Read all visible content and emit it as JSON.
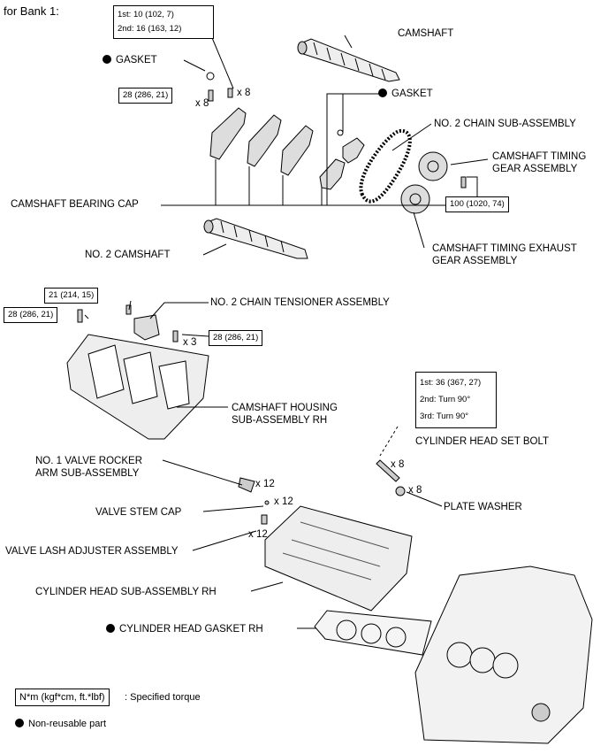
{
  "header": "for Bank 1:",
  "torque": {
    "t1": [
      "1st: 10 (102, 7)",
      "2nd: 16 (163, 12)"
    ],
    "t2": "28 (286, 21)",
    "t3": "100 (1020, 74)",
    "t4": "21 (214, 15)",
    "t5": "28 (286, 21)",
    "t6": "28 (286, 21)",
    "t7": [
      "1st: 36 (367, 27)",
      "2nd: Turn 90°",
      "3rd: Turn 90°"
    ]
  },
  "qty": {
    "q1": "x 8",
    "q2": "x 8",
    "q3": "x 3",
    "q4": "x 8",
    "q5": "x 8",
    "q6": "x 12",
    "q7": "x 12",
    "q8": "x 12"
  },
  "labels": {
    "gasket1": "GASKET",
    "camshaft": "CAMSHAFT",
    "gasket2": "GASKET",
    "chain_sub": "NO. 2 CHAIN SUB-ASSEMBLY",
    "timing_gear": [
      "CAMSHAFT TIMING",
      "GEAR ASSEMBLY"
    ],
    "bearing_cap": "CAMSHAFT BEARING CAP",
    "no2_camshaft": "NO. 2 CAMSHAFT",
    "exhaust_gear": [
      "CAMSHAFT TIMING EXHAUST",
      "GEAR ASSEMBLY"
    ],
    "tensioner": "NO. 2 CHAIN TENSIONER ASSEMBLY",
    "housing": [
      "CAMSHAFT HOUSING",
      "SUB-ASSEMBLY RH"
    ],
    "head_bolt": "CYLINDER HEAD SET BOLT",
    "rocker": [
      "NO. 1 VALVE ROCKER",
      "ARM SUB-ASSEMBLY"
    ],
    "stem_cap": "VALVE STEM CAP",
    "plate_washer": "PLATE WASHER",
    "lash_adjuster": "VALVE LASH ADJUSTER ASSEMBLY",
    "head_sub": "CYLINDER HEAD SUB-ASSEMBLY RH",
    "head_gasket": "CYLINDER HEAD GASKET RH"
  },
  "legend": {
    "torque_box": "N*m (kgf*cm, ft.*lbf)",
    "torque_text": ": Specified torque",
    "nonreusable": "Non-reusable part"
  }
}
